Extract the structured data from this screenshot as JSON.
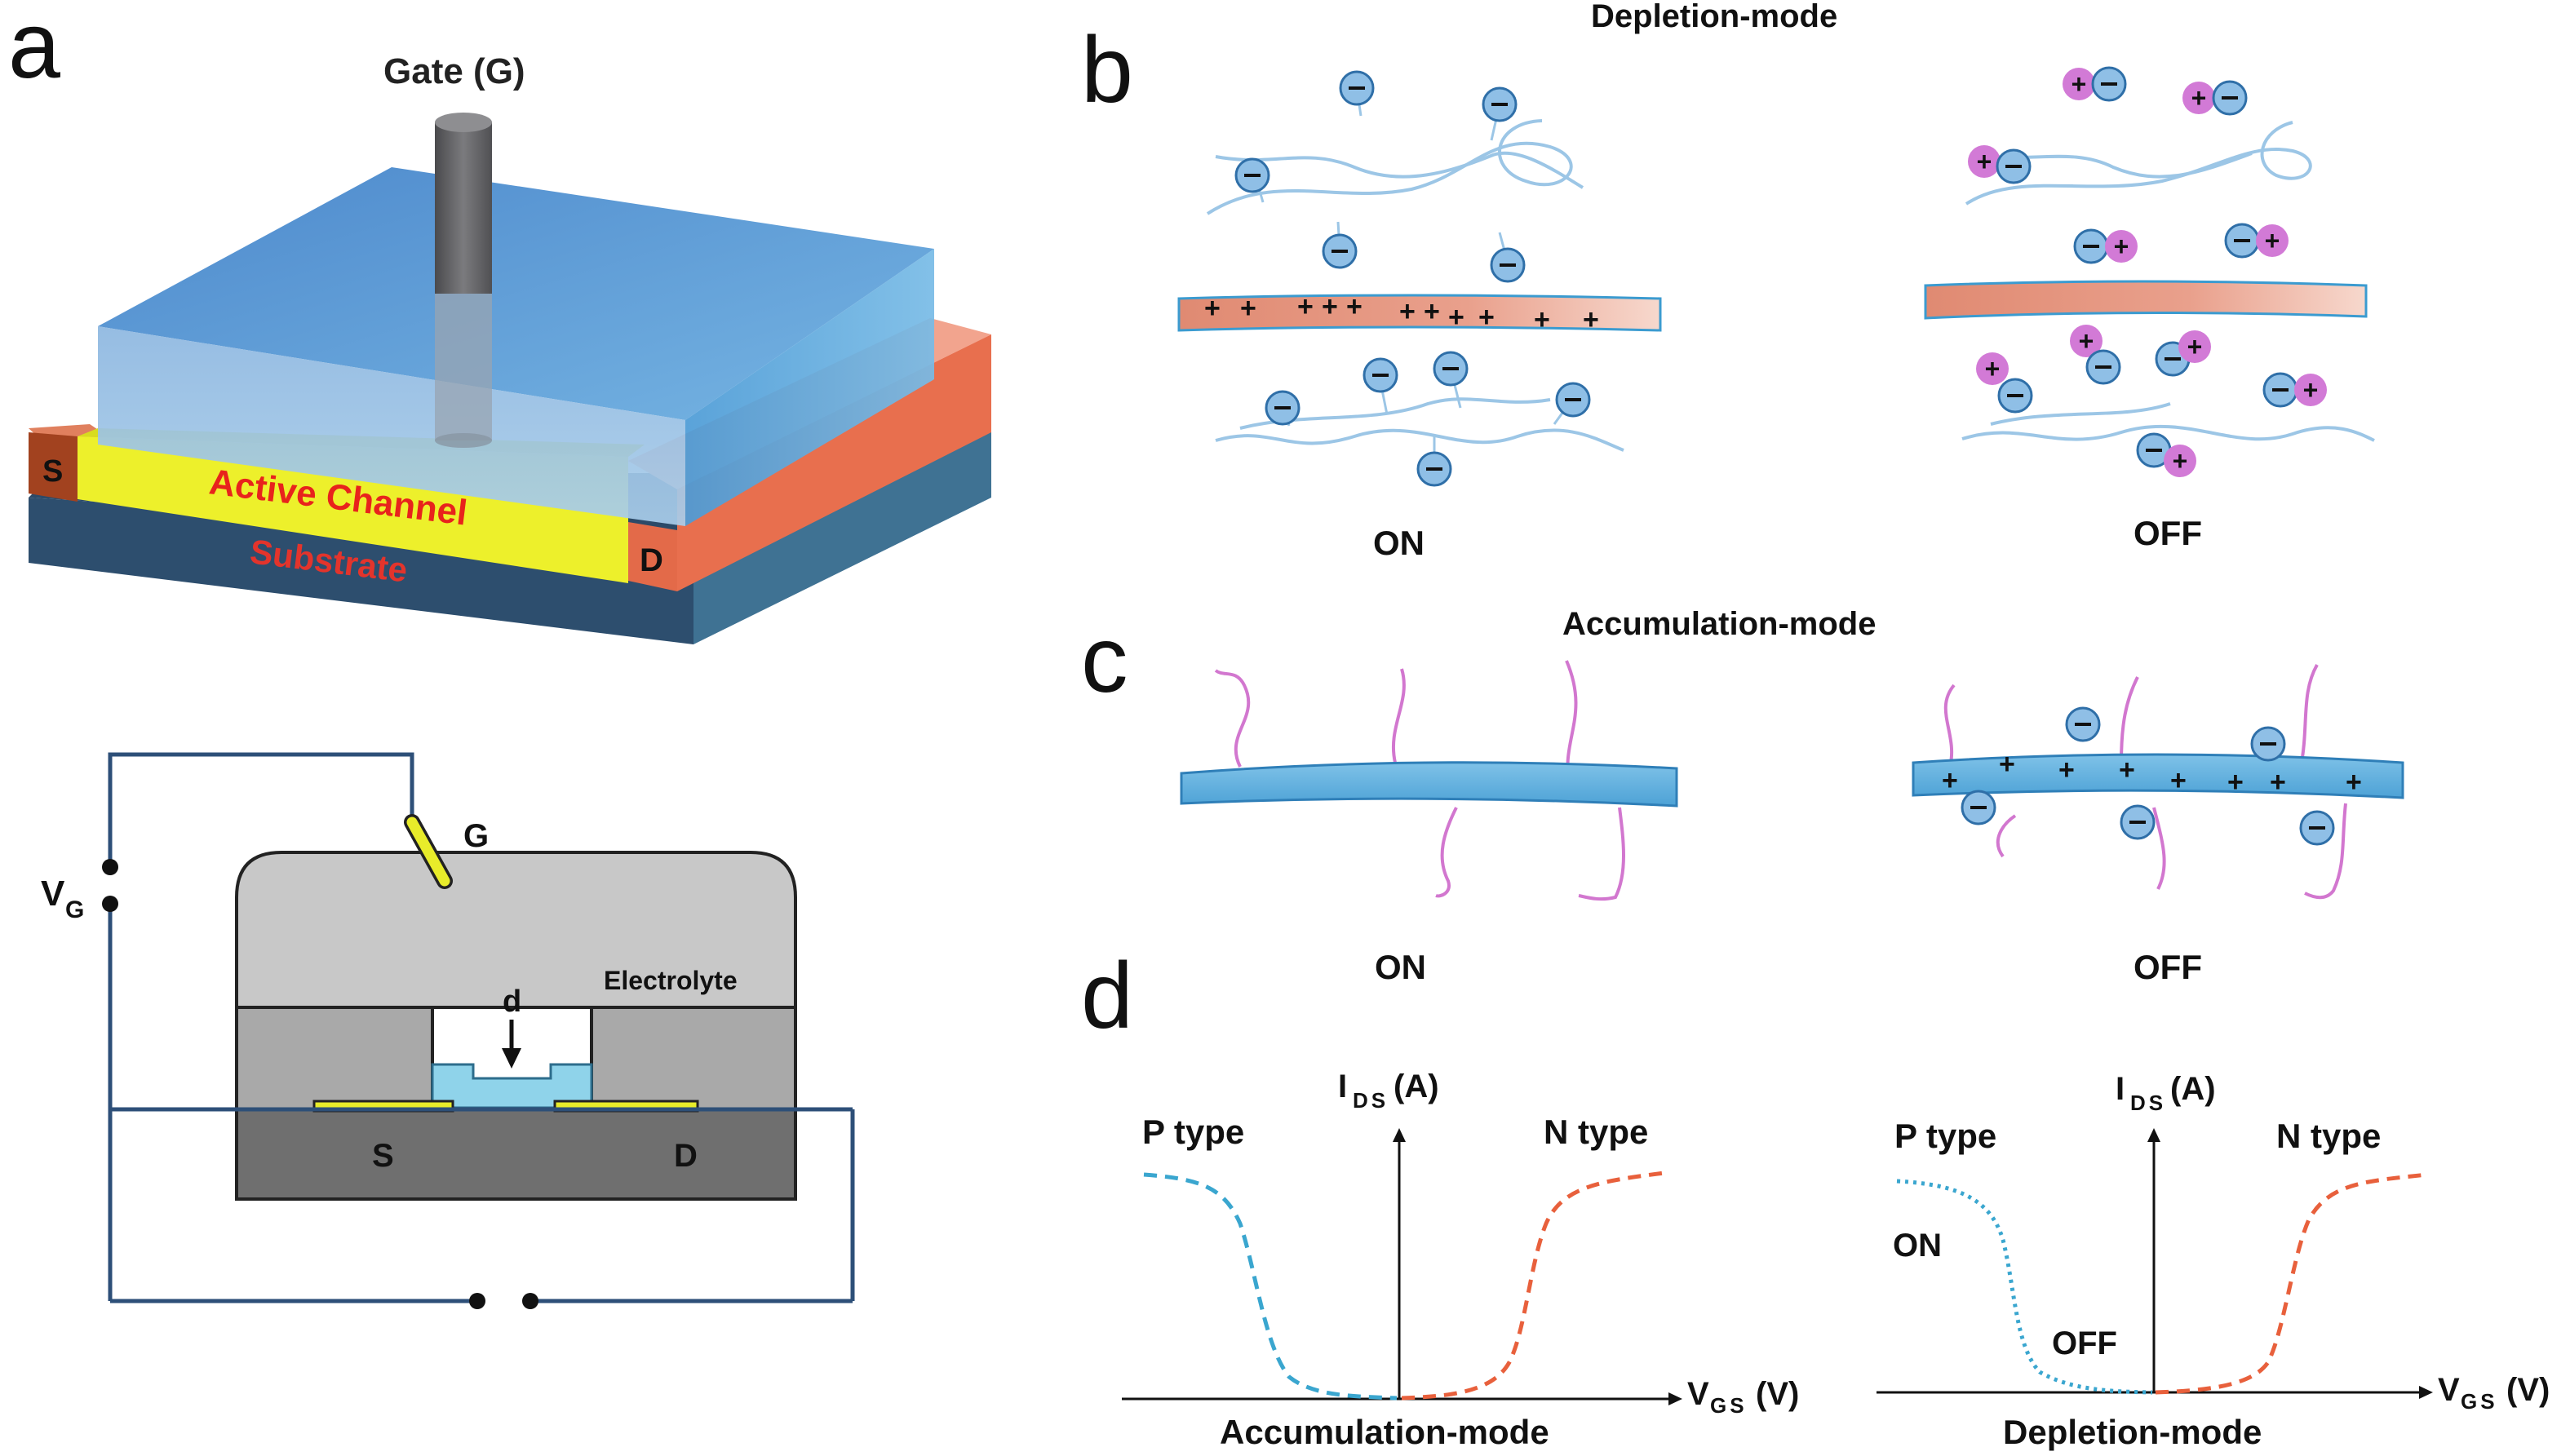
{
  "panels": {
    "a": "a",
    "b": "b",
    "c": "c",
    "d": "d"
  },
  "panel_a": {
    "gate_label": "Gate (G)",
    "source": "S",
    "drain": "D",
    "channel_label": "Active Channel",
    "substrate_label": "Substrate",
    "circuit": {
      "vg_main": "V",
      "vg_sub": "G",
      "gate": "G",
      "electrolyte": "Electrolyte",
      "thickness": "d",
      "source": "S",
      "drain": "D"
    }
  },
  "panel_b": {
    "title": "Depletion-mode",
    "on": "ON",
    "off": "OFF"
  },
  "panel_c": {
    "title": "Accumulation-mode",
    "on": "ON",
    "off": "OFF"
  },
  "panel_d": {
    "left": {
      "y_main": "I",
      "y_sub": "DS",
      "y_unit": "(A)",
      "x_main": "V",
      "x_sub": "GS",
      "x_unit": "(V)",
      "p_type": "P type",
      "n_type": "N type",
      "caption": "Accumulation-mode"
    },
    "right": {
      "y_main": "I",
      "y_sub": "DS",
      "y_unit": "(A)",
      "x_main": "V",
      "x_sub": "GS",
      "x_unit": "(V)",
      "p_type": "P type",
      "n_type": "N type",
      "on": "ON",
      "off": "OFF",
      "caption": "Depletion-mode"
    }
  },
  "colors": {
    "blue_curve": "#3aa6cf",
    "red_curve": "#e8603c",
    "channel_yellow": "#e8ec2a",
    "channel_text": "#e8231c",
    "ion_blue": "#8fbfe6",
    "ion_pink": "#d27ad6",
    "polymer_pink": "#d277cf"
  }
}
